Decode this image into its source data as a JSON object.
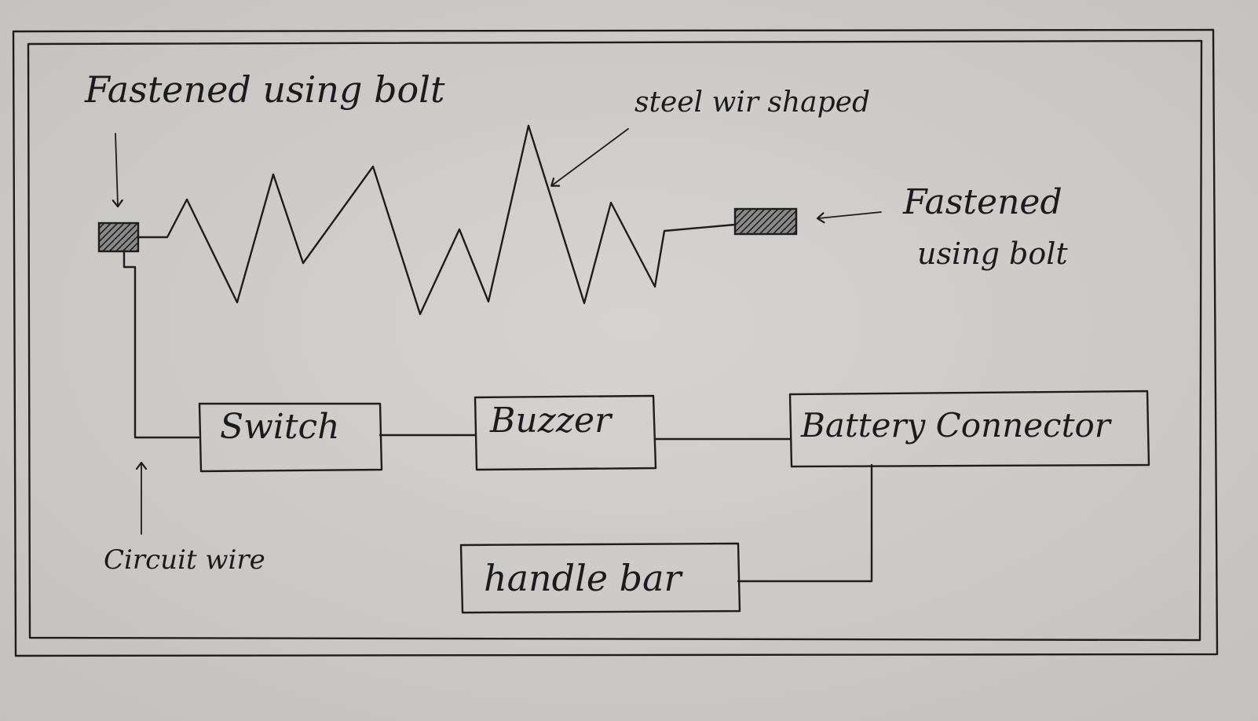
{
  "labels": {
    "bolt_left": "Fastened using bolt",
    "steel_wire": "steel wir shaped",
    "bolt_right_line1": "Fastened",
    "bolt_right_line2": "using bolt",
    "circuit_wire": "Circuit wire"
  },
  "components": {
    "switch": "Switch",
    "buzzer": "Buzzer",
    "battery": "Battery Connector",
    "handle": "handle bar"
  },
  "colors": {
    "paper": "#cfcdc9",
    "ink": "#1d1d1f"
  }
}
